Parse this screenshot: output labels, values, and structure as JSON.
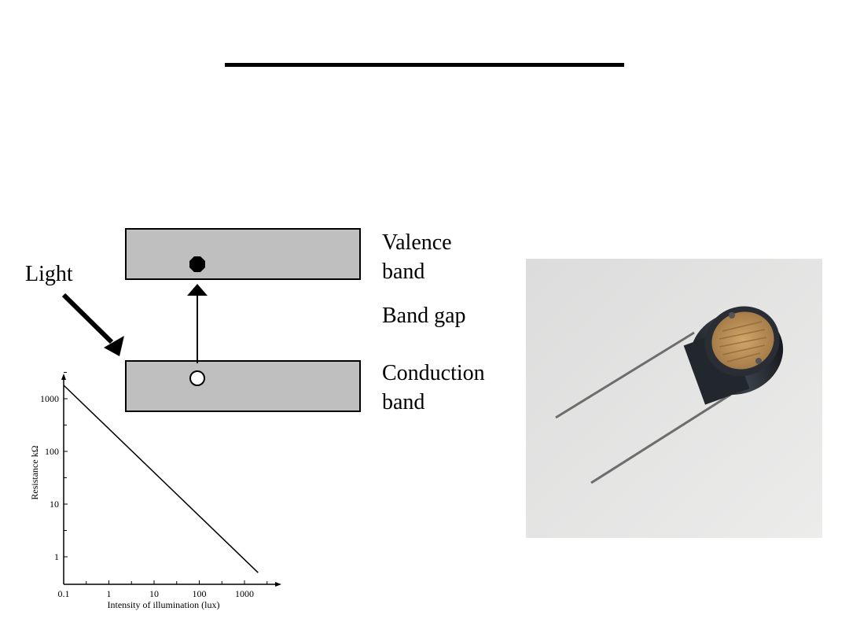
{
  "slide": {
    "title": ""
  },
  "band_diagram": {
    "light_label": "Light",
    "valence_band_label": [
      "Valence",
      "band"
    ],
    "band_gap_label": "Band gap",
    "conduction_band_label": [
      "Conduction",
      "band"
    ]
  },
  "photo": {
    "icon": "light-dependent-resistor-photo"
  },
  "chart_data": {
    "type": "line",
    "xlabel": "Intensity of illumination (lux)",
    "ylabel": "Resistance kΩ",
    "x_scale": "log",
    "y_scale": "log",
    "x_ticks": [
      "0.1",
      "1",
      "10",
      "100",
      "1000"
    ],
    "y_ticks": [
      "1",
      "10",
      "100",
      "1000"
    ],
    "series": [
      {
        "x": [
          0.1,
          2000
        ],
        "y": [
          1800,
          0.5
        ]
      }
    ],
    "grid": false
  }
}
